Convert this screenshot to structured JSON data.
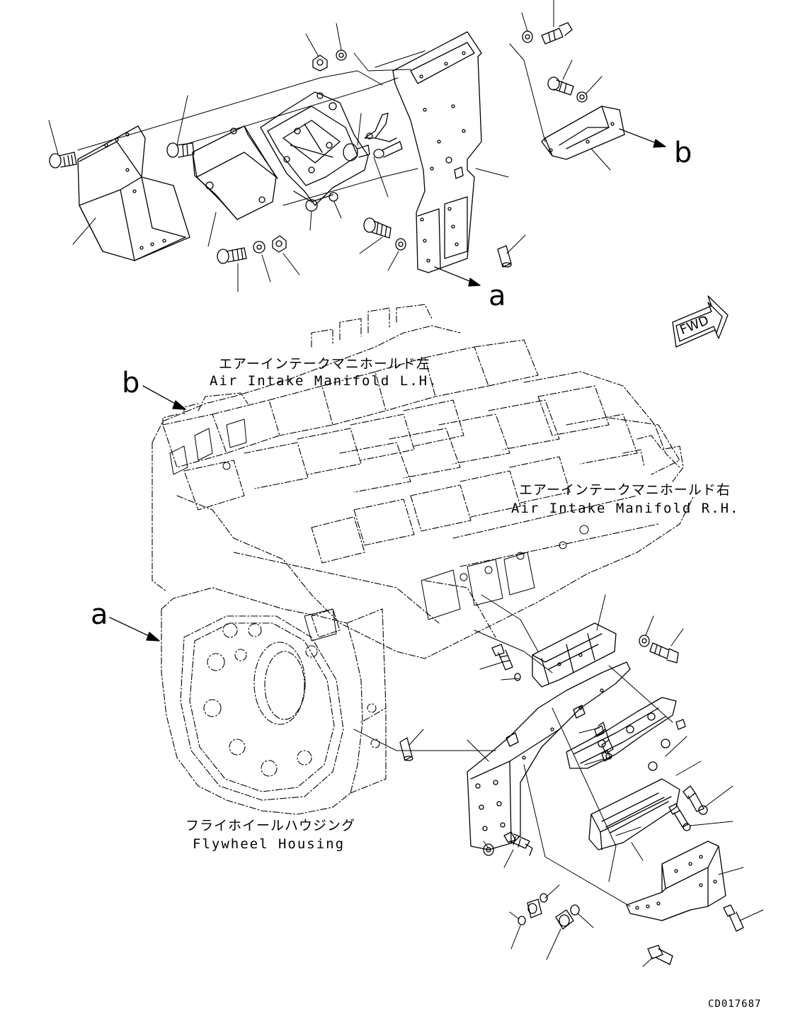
{
  "labels": {
    "manifold_left_jp": "エアーインテークマニホールド左",
    "manifold_left_en": "Air Intake Manifold L.H.",
    "manifold_right_jp": "エアーインテークマニホールド右",
    "manifold_right_en": "Air Intake Manifold R.H.",
    "flywheel_jp": "フライホイールハウジング",
    "flywheel_en": "Flywheel Housing",
    "fwd": "FWD",
    "ref_a": "a",
    "ref_b": "b",
    "drawing_code": "CD017687"
  },
  "colors": {
    "line": "#000000",
    "hidden_line": "#000000",
    "background": "#ffffff"
  }
}
